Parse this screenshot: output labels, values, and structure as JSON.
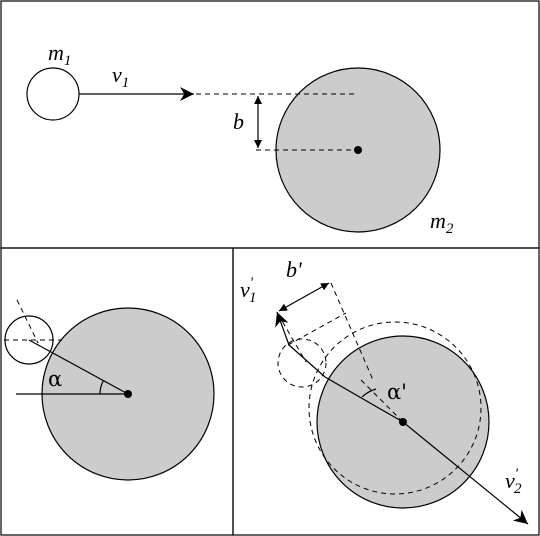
{
  "colors": {
    "line": "#000000",
    "target_fill": "#cccccc",
    "background": "#ffffff"
  },
  "top_panel": {
    "projectile_mass": {
      "symbol": "m",
      "subscript": "1"
    },
    "target_mass": {
      "symbol": "m",
      "subscript": "2"
    },
    "velocity": {
      "symbol": "v",
      "subscript": "1"
    },
    "impact_parameter": "b"
  },
  "bottom_left_panel": {
    "angle": "α"
  },
  "bottom_right_panel": {
    "angle": "α'",
    "impact_parameter": "b'",
    "projectile_velocity": {
      "symbol": "v",
      "prime": "'",
      "subscript": "1"
    },
    "target_velocity": {
      "symbol": "v",
      "prime": "'",
      "subscript": "2"
    }
  }
}
